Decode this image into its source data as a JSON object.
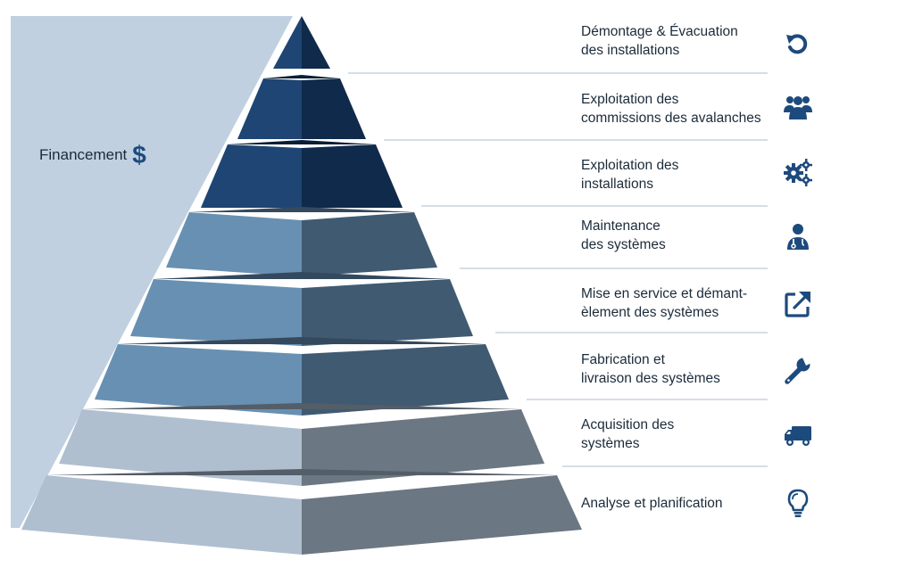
{
  "funding": {
    "label": "Financement",
    "symbol": "$"
  },
  "levels": [
    {
      "line1": "Démontage & Évacuation",
      "line2": "des installations",
      "icon": "undo-arrow-icon"
    },
    {
      "line1": "Exploitation des",
      "line2": "commissions des avalanches",
      "icon": "users-group-icon"
    },
    {
      "line1": "Exploitation des",
      "line2": "installations",
      "icon": "gears-icon"
    },
    {
      "line1": "Maintenance",
      "line2": "des systèmes",
      "icon": "user-doctor-icon"
    },
    {
      "line1": "Mise en service et démant-",
      "line2": "èlement des systèmes",
      "icon": "external-link-icon"
    },
    {
      "line1": "Fabrication et",
      "line2": "livraison des systèmes",
      "icon": "wrench-icon"
    },
    {
      "line1": "Acquisition des",
      "line2": "systèmes",
      "icon": "truck-icon"
    },
    {
      "line1": "Analyse et planification",
      "line2": "",
      "icon": "lightbulb-icon"
    }
  ],
  "colors": {
    "funding_band": "#c0d0e0",
    "tier_top_left": "#1e4573",
    "tier_top_right": "#0f2a4a",
    "tier_mid_left": "#6890b2",
    "tier_mid_right": "#405a72",
    "tier_low_left": "#b0bfcf",
    "tier_low_right": "#6b7782",
    "divider": "#a9bdd0",
    "icon": "#1d4a7d"
  }
}
